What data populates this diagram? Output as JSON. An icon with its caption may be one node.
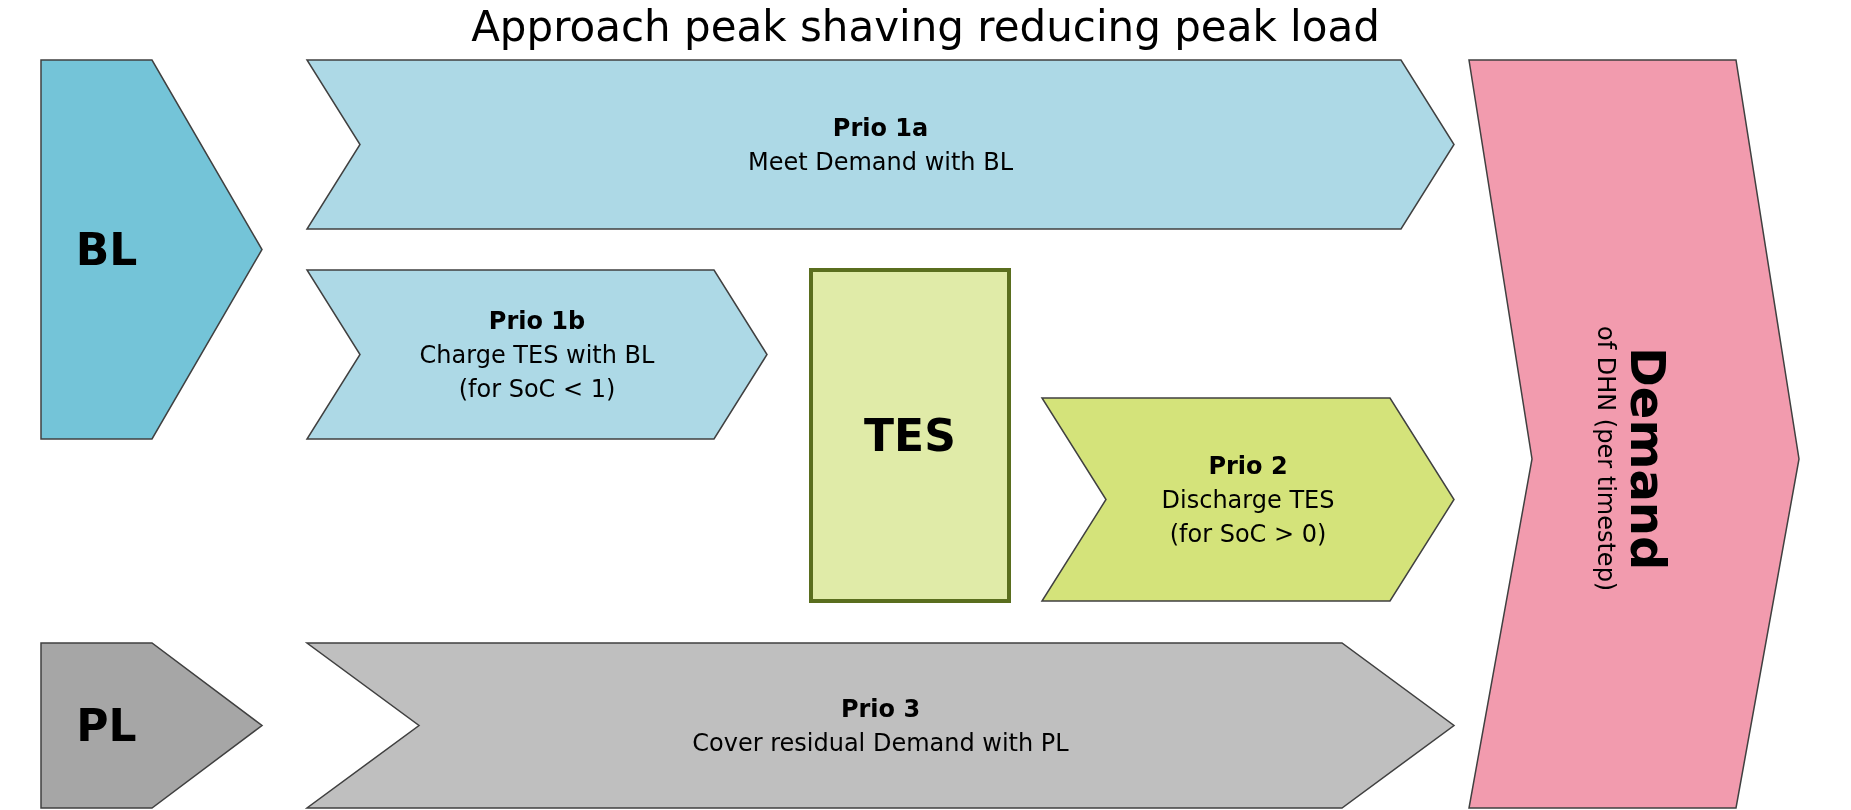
{
  "diagram": {
    "title": "Approach peak shaving reducing peak load",
    "nodes": [
      {
        "text": [
          "BL"
        ]
      },
      {
        "text": [
          "Prio 1a",
          "Meet Demand with BL"
        ]
      },
      {
        "text": [
          "Prio 1b",
          "Charge TES with BL (for SoC < 1)"
        ]
      },
      {
        "text": [
          "TES"
        ]
      },
      {
        "text": [
          "Prio 2",
          "Discharge TES (for SoC > 0)"
        ]
      },
      {
        "text": [
          "Demand",
          "of DHN (per timestep)"
        ]
      },
      {
        "text": [
          "PL"
        ]
      },
      {
        "text": [
          "Prio 3",
          "Cover residual Demand with PL"
        ]
      }
    ]
  }
}
